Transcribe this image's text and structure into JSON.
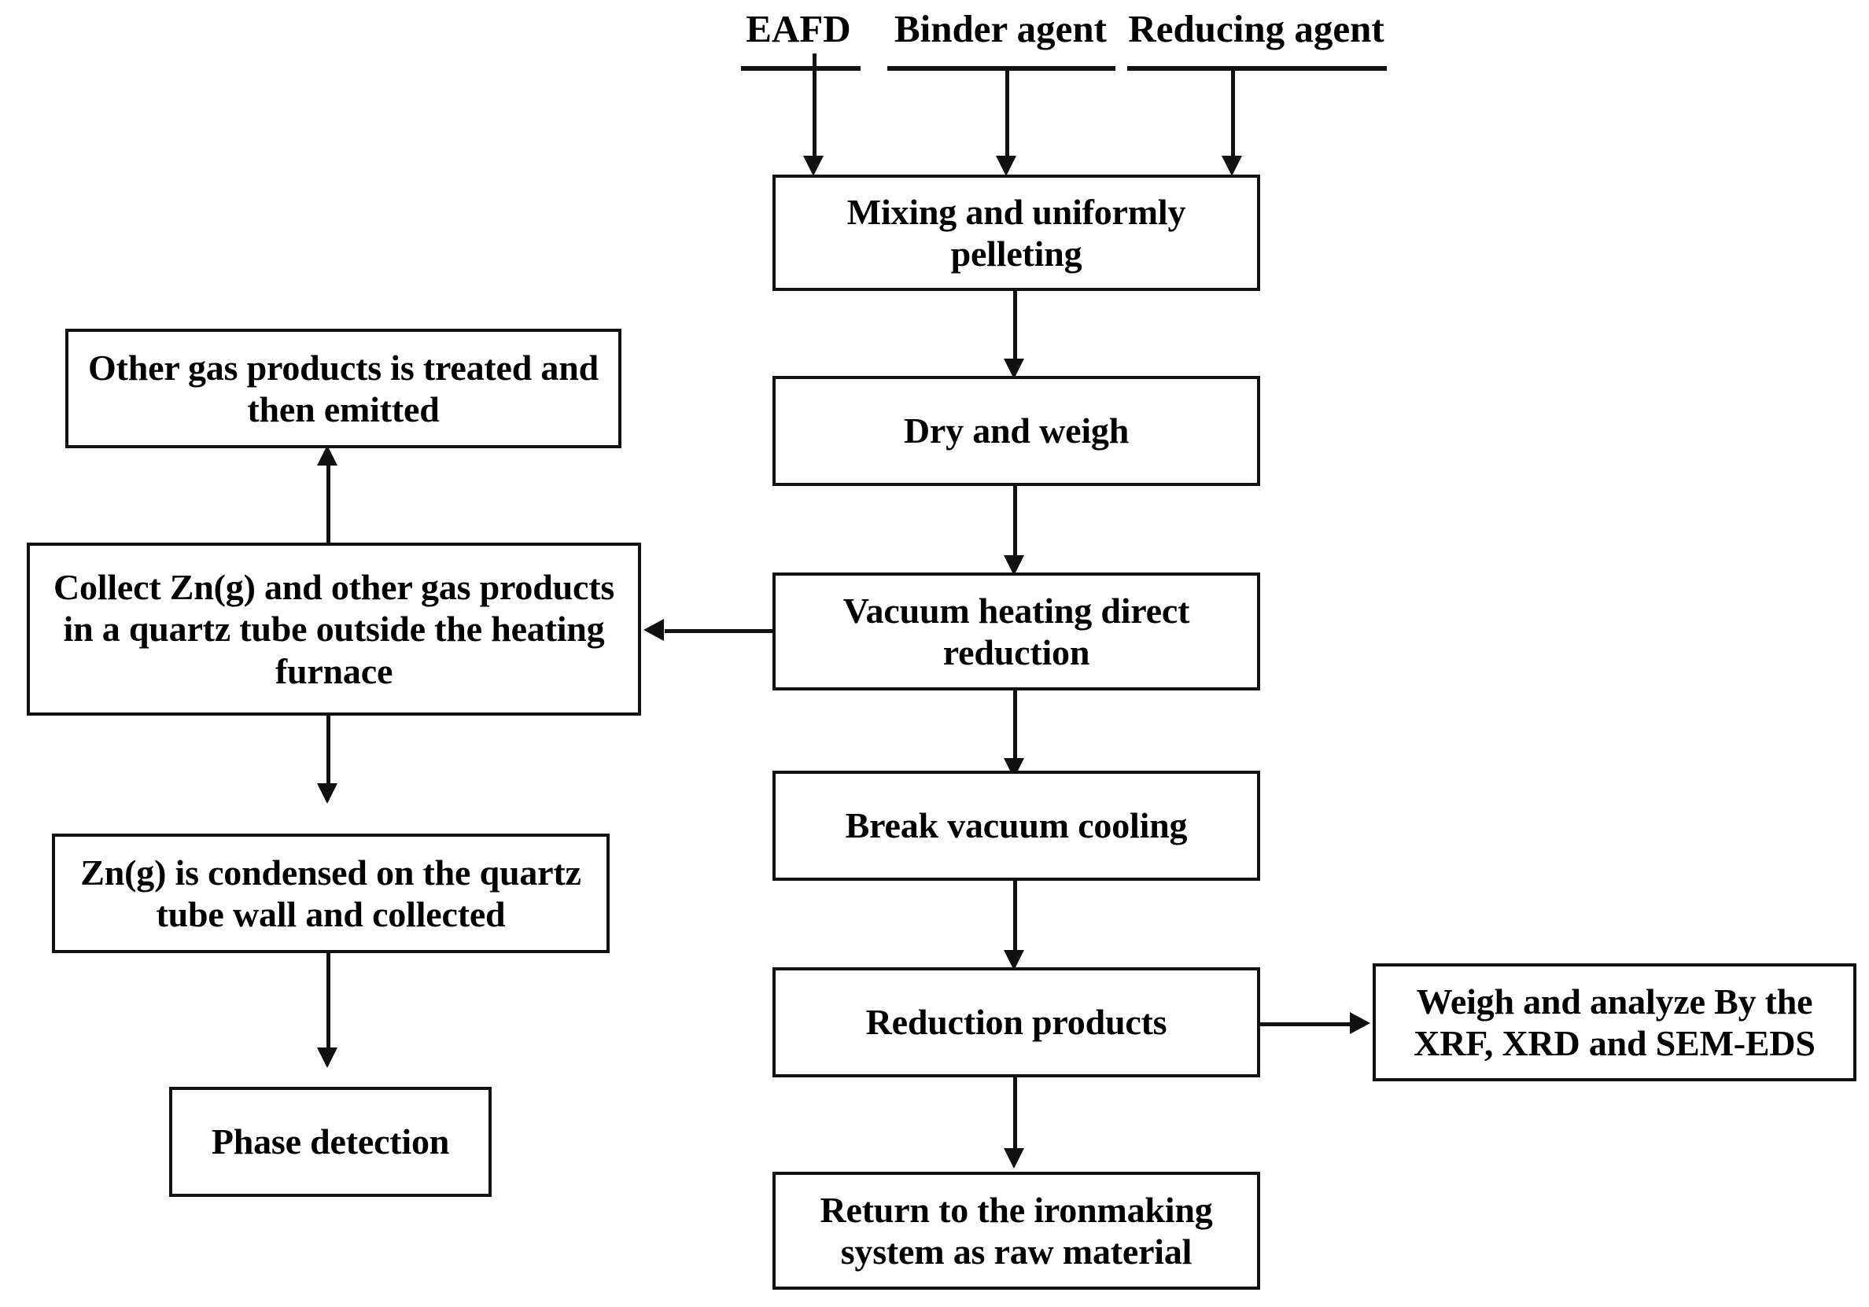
{
  "diagram": {
    "type": "flowchart",
    "title": "",
    "inputs": [
      {
        "label": "EAFD"
      },
      {
        "label": "Binder agent"
      },
      {
        "label": "Reducing agent"
      }
    ],
    "nodes": {
      "mixing": {
        "label": "Mixing and uniformly pelleting"
      },
      "dry": {
        "label": "Dry and weigh"
      },
      "vacuum": {
        "label": "Vacuum heating direct reduction"
      },
      "cooling": {
        "label": "Break vacuum cooling"
      },
      "products": {
        "label": "Reduction products"
      },
      "return": {
        "label": "Return to the ironmaking system as raw material"
      },
      "analyze": {
        "label": "Weigh and analyze By the XRF, XRD and SEM-EDS"
      },
      "othergas": {
        "label": "Other gas products is treated and then emitted"
      },
      "collect": {
        "label": "Collect Zn(g) and other gas products in a quartz tube outside the heating furnace"
      },
      "condensed": {
        "label": "Zn(g) is condensed on the quartz tube wall and collected"
      },
      "phase": {
        "label": "Phase detection"
      }
    },
    "edges": [
      {
        "from": "EAFD",
        "to": "mixing",
        "direction": "down"
      },
      {
        "from": "Binder agent",
        "to": "mixing",
        "direction": "down"
      },
      {
        "from": "Reducing agent",
        "to": "mixing",
        "direction": "down"
      },
      {
        "from": "mixing",
        "to": "dry",
        "direction": "down"
      },
      {
        "from": "dry",
        "to": "vacuum",
        "direction": "down"
      },
      {
        "from": "vacuum",
        "to": "cooling",
        "direction": "down"
      },
      {
        "from": "vacuum",
        "to": "collect",
        "direction": "left"
      },
      {
        "from": "cooling",
        "to": "products",
        "direction": "down"
      },
      {
        "from": "products",
        "to": "return",
        "direction": "down"
      },
      {
        "from": "products",
        "to": "analyze",
        "direction": "right"
      },
      {
        "from": "collect",
        "to": "othergas",
        "direction": "up"
      },
      {
        "from": "collect",
        "to": "condensed",
        "direction": "down"
      },
      {
        "from": "condensed",
        "to": "phase",
        "direction": "down"
      }
    ],
    "colors": {
      "stroke": "#111111",
      "fill": "#ffffff",
      "text": "#000000"
    }
  }
}
